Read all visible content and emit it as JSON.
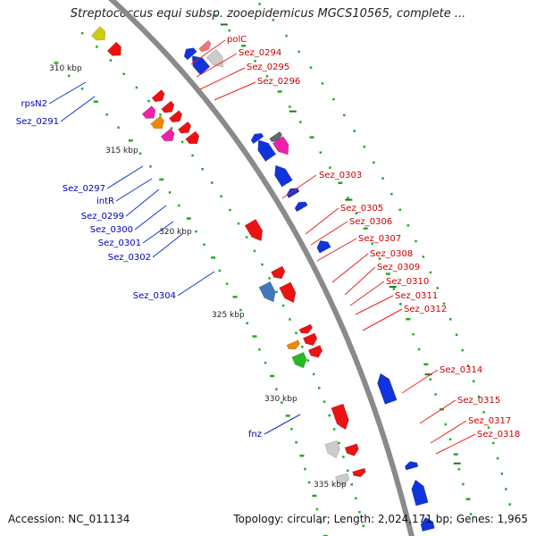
{
  "title": "Streptococcus equi subsp. zooepidemicus MGCS10565, complete ...",
  "footer": {
    "accession": "Accession: NC_011134",
    "stats": "Topology: circular; Length: 2,024,171 bp; Genes: 1,965"
  },
  "ticks": [
    "310 kbp",
    "315 kbp",
    "320 kbp",
    "325 kbp",
    "330 kbp",
    "335 kbp"
  ],
  "labels": {
    "right": [
      "polC",
      "Sez_0294",
      "Sez_0295",
      "Sez_0296",
      "Sez_0303",
      "Sez_0305",
      "Sez_0306",
      "Sez_0307",
      "Sez_0308",
      "Sez_0309",
      "Sez_0310",
      "Sez_0311",
      "Sez_0312",
      "Sez_0314",
      "Sez_0315",
      "Sez_0317",
      "Sez_0318"
    ],
    "left": [
      "rpsN2",
      "Sez_0291",
      "Sez_0297",
      "intR",
      "Sez_0299",
      "Sez_0300",
      "Sez_0301",
      "Sez_0302",
      "Sez_0304",
      "fnz"
    ]
  },
  "colors": {
    "forward": "#ee1111",
    "reverse": "#1133dd",
    "right_label": "#cc0000",
    "left_label": "#0000bb",
    "backbone": "#8a8a8a",
    "gc_dots": "#22aa22"
  }
}
